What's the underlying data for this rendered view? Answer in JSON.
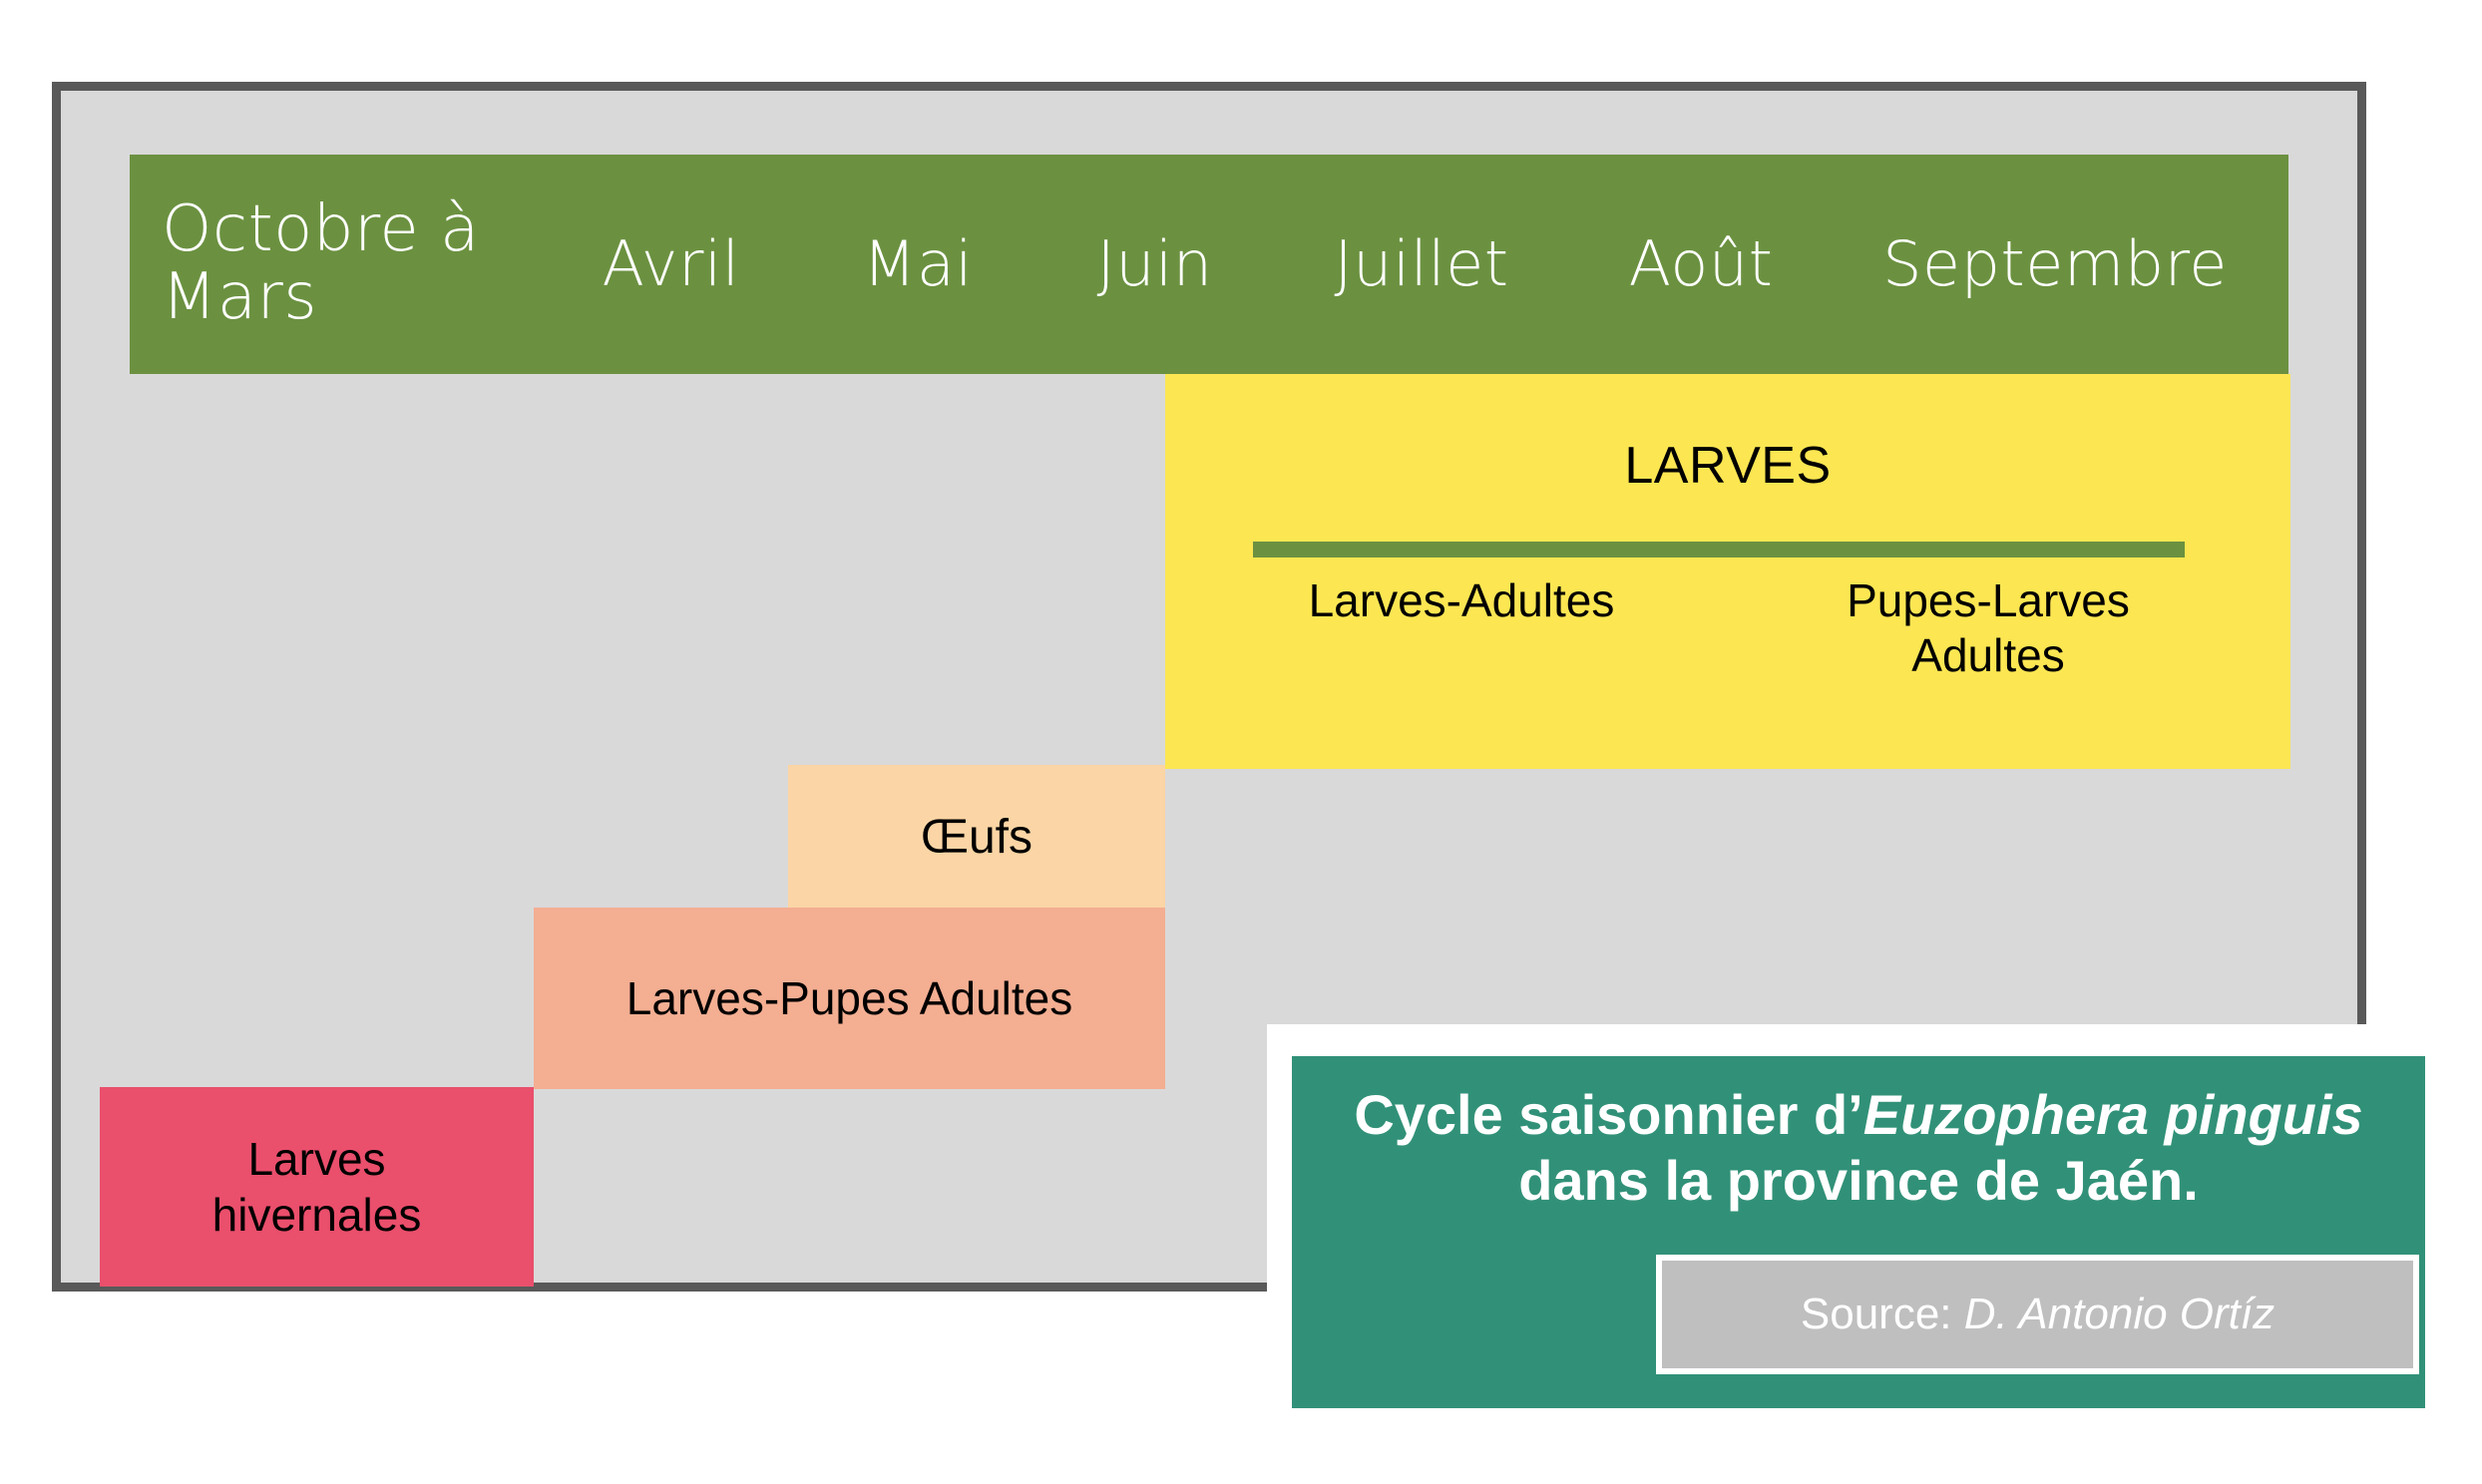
{
  "chart_data": {
    "type": "table",
    "title": "Cycle saisonnier d’Euzophera pinguis dans la province de Jaén.",
    "categories": [
      "Octobre à Mars",
      "Avril",
      "Mai",
      "Juin",
      "Juillet",
      "Août",
      "Septembre"
    ],
    "series": [
      {
        "name": "LARVES",
        "label": "LARVES",
        "start": "Juin",
        "end": "Septembre",
        "color": "#fce652"
      },
      {
        "name": "Larves-Adultes",
        "label": "Larves-Adultes",
        "start": "Juin",
        "end": "Juillet",
        "color": "#fce652"
      },
      {
        "name": "Pupes-Larves Adultes",
        "label": "Pupes-Larves\nAdultes",
        "start": "Août",
        "end": "Septembre",
        "color": "#fce652"
      },
      {
        "name": "Œufs",
        "label": "Œufs",
        "start": "Mai",
        "end": "Juin",
        "color": "#fbd5a5"
      },
      {
        "name": "Larves-Pupes Adultes",
        "label": "Larves-Pupes Adultes",
        "start": "Avril",
        "end": "Juin",
        "color": "#f4ae92"
      },
      {
        "name": "Larves hivernales",
        "label": "Larves\nhivernales",
        "start": "Octobre à Mars",
        "end": "Octobre à Mars",
        "color": "#ea4f6c"
      }
    ],
    "xlabel": "",
    "ylabel": "",
    "grid": false,
    "legend": "none"
  },
  "header": {
    "months": [
      "Octobre à\nMars",
      "Avril",
      "Mai",
      "Juin",
      "Juillet",
      "Août",
      "Septembre"
    ]
  },
  "blocks": {
    "larves_title": "LARVES",
    "larves_adultes": "Larves-Adultes",
    "pupes_larves_adultes": "Pupes-Larves\nAdultes",
    "oeufs": "Œufs",
    "larves_pupes_adultes": "Larves-Pupes Adultes",
    "larves_hivernales": "Larves\nhivernales"
  },
  "caption": {
    "title_part1": "Cycle saisonnier d’",
    "title_species1": "Euzophera",
    "title_species2": "pinguis",
    "title_part2": " dans la province de Jaén.",
    "source_label": "Source: ",
    "source_name": "D. Antonio Ortíz"
  },
  "colors": {
    "frame_border": "#595959",
    "frame_fill": "#d9d9d9",
    "header_green": "#6b9140",
    "larves_yellow": "#fce652",
    "oeufs_peach": "#fbd5a5",
    "larves_pupes_salmon": "#f4ae92",
    "hivernales_pink": "#ea4f6c",
    "caption_teal": "#319178",
    "source_gray": "#bfbfbf"
  }
}
